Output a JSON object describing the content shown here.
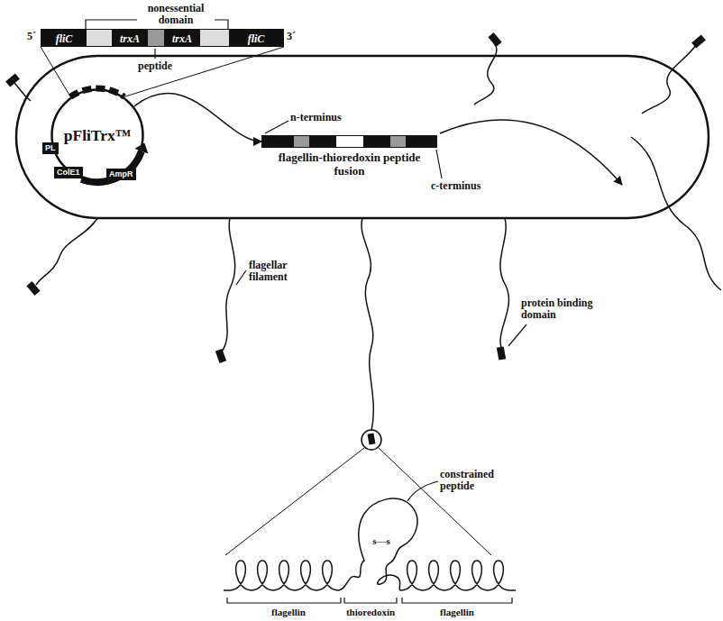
{
  "diagram": {
    "nodes": [
      {
        "text": [
          "fliC",
          "trxA",
          "trxA",
          "fliC"
        ]
      },
      {
        "text": [
          "pFliTrx™"
        ]
      },
      {
        "text": [
          "flagellin-thioredoxin peptide fusion"
        ]
      }
    ],
    "edges": [
      {
        "from": 0,
        "to": 1,
        "arrow": "none"
      },
      {
        "from": 1,
        "to": 2,
        "arrow": "to"
      }
    ],
    "labels": [
      "nonessential domain",
      "5´",
      "3´",
      "peptide",
      "PL",
      "ColE1",
      "AmpR",
      "n-terminus",
      "c-terminus",
      "flagellar filament",
      "protein binding domain",
      "constrained peptide",
      "s—s",
      "flagellin",
      "thioredoxin",
      "flagellin"
    ]
  }
}
